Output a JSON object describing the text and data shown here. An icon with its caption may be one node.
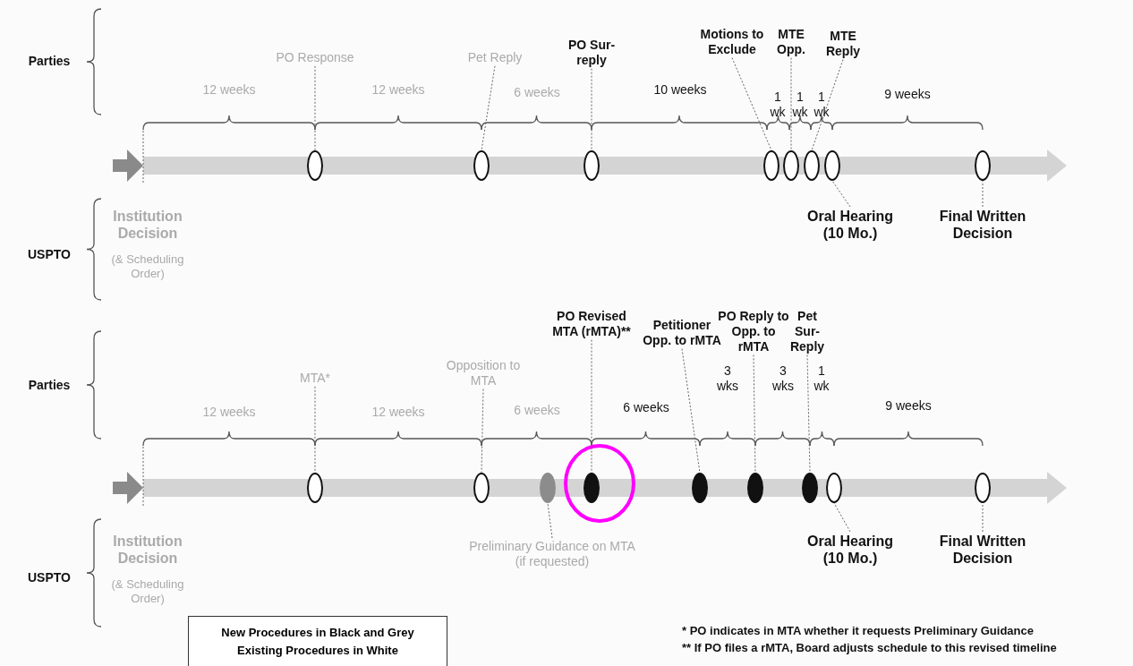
{
  "diagram": {
    "nodes": [
      {
        "text": [
          "PO Response"
        ]
      },
      {
        "text": [],
        "shape": "ellipse"
      },
      {
        "text": [
          "Pet Reply"
        ]
      },
      {
        "text": [],
        "shape": "ellipse"
      },
      {
        "text": [
          "PO Sur-reply"
        ]
      },
      {
        "text": [],
        "shape": "ellipse"
      },
      {
        "text": [
          "Motions to Exclude"
        ]
      },
      {
        "text": [],
        "shape": "ellipse"
      },
      {
        "text": [
          "MTE Opp."
        ]
      },
      {
        "text": [],
        "shape": "ellipse"
      },
      {
        "text": [
          "MTE Reply"
        ]
      },
      {
        "text": [],
        "shape": "ellipse"
      },
      {
        "text": [
          "Oral Hearing (10 Mo.)"
        ]
      },
      {
        "text": [],
        "shape": "ellipse"
      },
      {
        "text": [
          "Final Written Decision"
        ]
      },
      {
        "text": [],
        "shape": "ellipse"
      },
      {
        "text": [
          "MTA*"
        ]
      },
      {
        "text": [],
        "shape": "ellipse"
      },
      {
        "text": [
          "Opposition to MTA"
        ]
      },
      {
        "text": [],
        "shape": "ellipse"
      },
      {
        "text": [
          "Preliminary Guidance on MTA (if requested)"
        ]
      },
      {
        "text": [],
        "shape": "ellipse"
      },
      {
        "text": [
          "PO Revised MTA (rMTA)**"
        ]
      },
      {
        "text": [],
        "shape": "ellipse"
      },
      {
        "text": [
          "Petitioner Opp. to rMTA"
        ]
      },
      {
        "text": [],
        "shape": "ellipse"
      },
      {
        "text": [
          "PO Reply to Opp. to rMTA"
        ]
      },
      {
        "text": [],
        "shape": "ellipse"
      },
      {
        "text": [
          "Pet Sur-Reply"
        ]
      },
      {
        "text": [],
        "shape": "ellipse"
      },
      {
        "text": [
          "Oral Hearing (10 Mo.)"
        ]
      },
      {
        "text": [],
        "shape": "ellipse"
      },
      {
        "text": [
          "Final Written Decision"
        ]
      },
      {
        "text": [],
        "shape": "ellipse"
      },
      {
        "text": [
          "New Procedures in Black and Grey",
          "Existing Procedures in White"
        ]
      }
    ],
    "edges": [
      {
        "from": 0,
        "to": 1,
        "arrow": "none",
        "style": "dashed"
      },
      {
        "from": 2,
        "to": 3,
        "arrow": "none",
        "style": "dashed"
      },
      {
        "from": 4,
        "to": 5,
        "arrow": "none",
        "style": "dashed"
      },
      {
        "from": 6,
        "to": 7,
        "arrow": "none",
        "style": "dashed"
      },
      {
        "from": 8,
        "to": 9,
        "arrow": "none",
        "style": "dashed"
      },
      {
        "from": 10,
        "to": 11,
        "arrow": "none",
        "style": "dashed"
      },
      {
        "from": 12,
        "to": 13,
        "arrow": "none",
        "style": "dashed"
      },
      {
        "from": 14,
        "to": 15,
        "arrow": "none",
        "style": "dashed"
      },
      {
        "from": 16,
        "to": 17,
        "arrow": "none",
        "style": "dashed"
      },
      {
        "from": 18,
        "to": 19,
        "arrow": "none",
        "style": "dashed"
      },
      {
        "from": 20,
        "to": 21,
        "arrow": "none",
        "style": "dashed"
      },
      {
        "from": 22,
        "to": 23,
        "arrow": "none",
        "style": "dashed"
      },
      {
        "from": 24,
        "to": 25,
        "arrow": "none",
        "style": "dashed"
      },
      {
        "from": 26,
        "to": 27,
        "arrow": "none",
        "style": "dashed"
      },
      {
        "from": 28,
        "to": 29,
        "arrow": "none",
        "style": "dashed"
      },
      {
        "from": 30,
        "to": 31,
        "arrow": "none",
        "style": "dashed"
      },
      {
        "from": 32,
        "to": 33,
        "arrow": "none",
        "style": "dashed"
      }
    ],
    "labels": [
      "Parties",
      "12 weeks",
      "12 weeks",
      "6 weeks",
      "10 weeks",
      "1 wk",
      "1 wk",
      "1 wk",
      "9 weeks",
      "USPTO",
      "Institution Decision",
      "(& Scheduling Order)",
      "Parties",
      "12 weeks",
      "12 weeks",
      "6 weeks",
      "6 weeks",
      "3 wks",
      "3 wks",
      "1 wk",
      "9 weeks",
      "USPTO",
      "Institution Decision",
      "(& Scheduling Order)",
      "* PO indicates in MTA whether it requests Preliminary Guidance",
      "** If PO files a rMTA, Board adjusts schedule to this revised timeline"
    ]
  }
}
